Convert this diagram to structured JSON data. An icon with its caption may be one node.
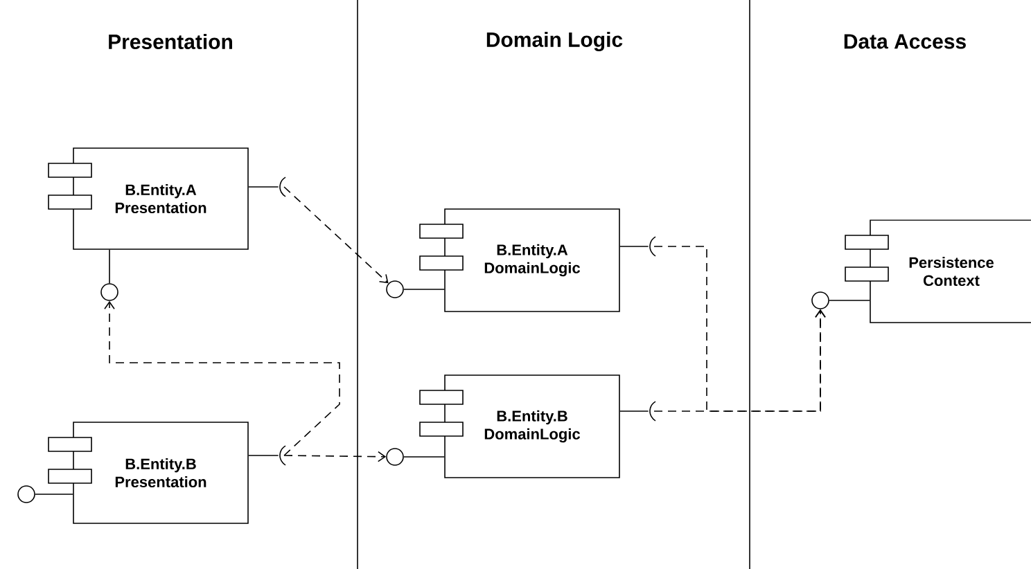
{
  "diagram": {
    "nodes": [
      {
        "text": [
          "B.Entity.A Presentation"
        ]
      },
      {
        "text": [],
        "shape": "socket"
      },
      {
        "text": [],
        "shape": "circle"
      },
      {
        "text": [
          "B.Entity.A DomainLogic"
        ]
      },
      {
        "text": [],
        "shape": "circle"
      },
      {
        "text": [],
        "shape": "socket"
      },
      {
        "text": [
          "Persistence Context"
        ]
      },
      {
        "text": [],
        "shape": "circle"
      },
      {
        "text": [
          "B.Entity.B Presentation"
        ]
      },
      {
        "text": [],
        "shape": "circle"
      },
      {
        "text": [],
        "shape": "socket"
      },
      {
        "text": [
          "B.Entity.B DomainLogic"
        ]
      },
      {
        "text": [],
        "shape": "circle"
      },
      {
        "text": [],
        "shape": "socket"
      }
    ],
    "edges": [
      {
        "from": 0,
        "to": 1,
        "arrow": "none"
      },
      {
        "from": 0,
        "to": 2,
        "arrow": "none"
      },
      {
        "from": 3,
        "to": 4,
        "arrow": "none"
      },
      {
        "from": 3,
        "to": 5,
        "arrow": "none"
      },
      {
        "from": 6,
        "to": 7,
        "arrow": "none"
      },
      {
        "from": 8,
        "to": 9,
        "arrow": "none"
      },
      {
        "from": 8,
        "to": 10,
        "arrow": "none"
      },
      {
        "from": 11,
        "to": 12,
        "arrow": "none"
      },
      {
        "from": 11,
        "to": 13,
        "arrow": "none"
      },
      {
        "from": 1,
        "to": 4,
        "arrow": "to",
        "style": "dashed"
      },
      {
        "from": 10,
        "to": 2,
        "arrow": "to",
        "style": "dashed"
      },
      {
        "from": 10,
        "to": 12,
        "arrow": "to",
        "style": "dashed"
      },
      {
        "from": 5,
        "to": 7,
        "arrow": "to",
        "style": "dashed"
      },
      {
        "from": 13,
        "to": 7,
        "arrow": "to",
        "style": "dashed"
      }
    ],
    "labels": [
      "Presentation",
      "Domain Logic",
      "Data Access"
    ]
  }
}
